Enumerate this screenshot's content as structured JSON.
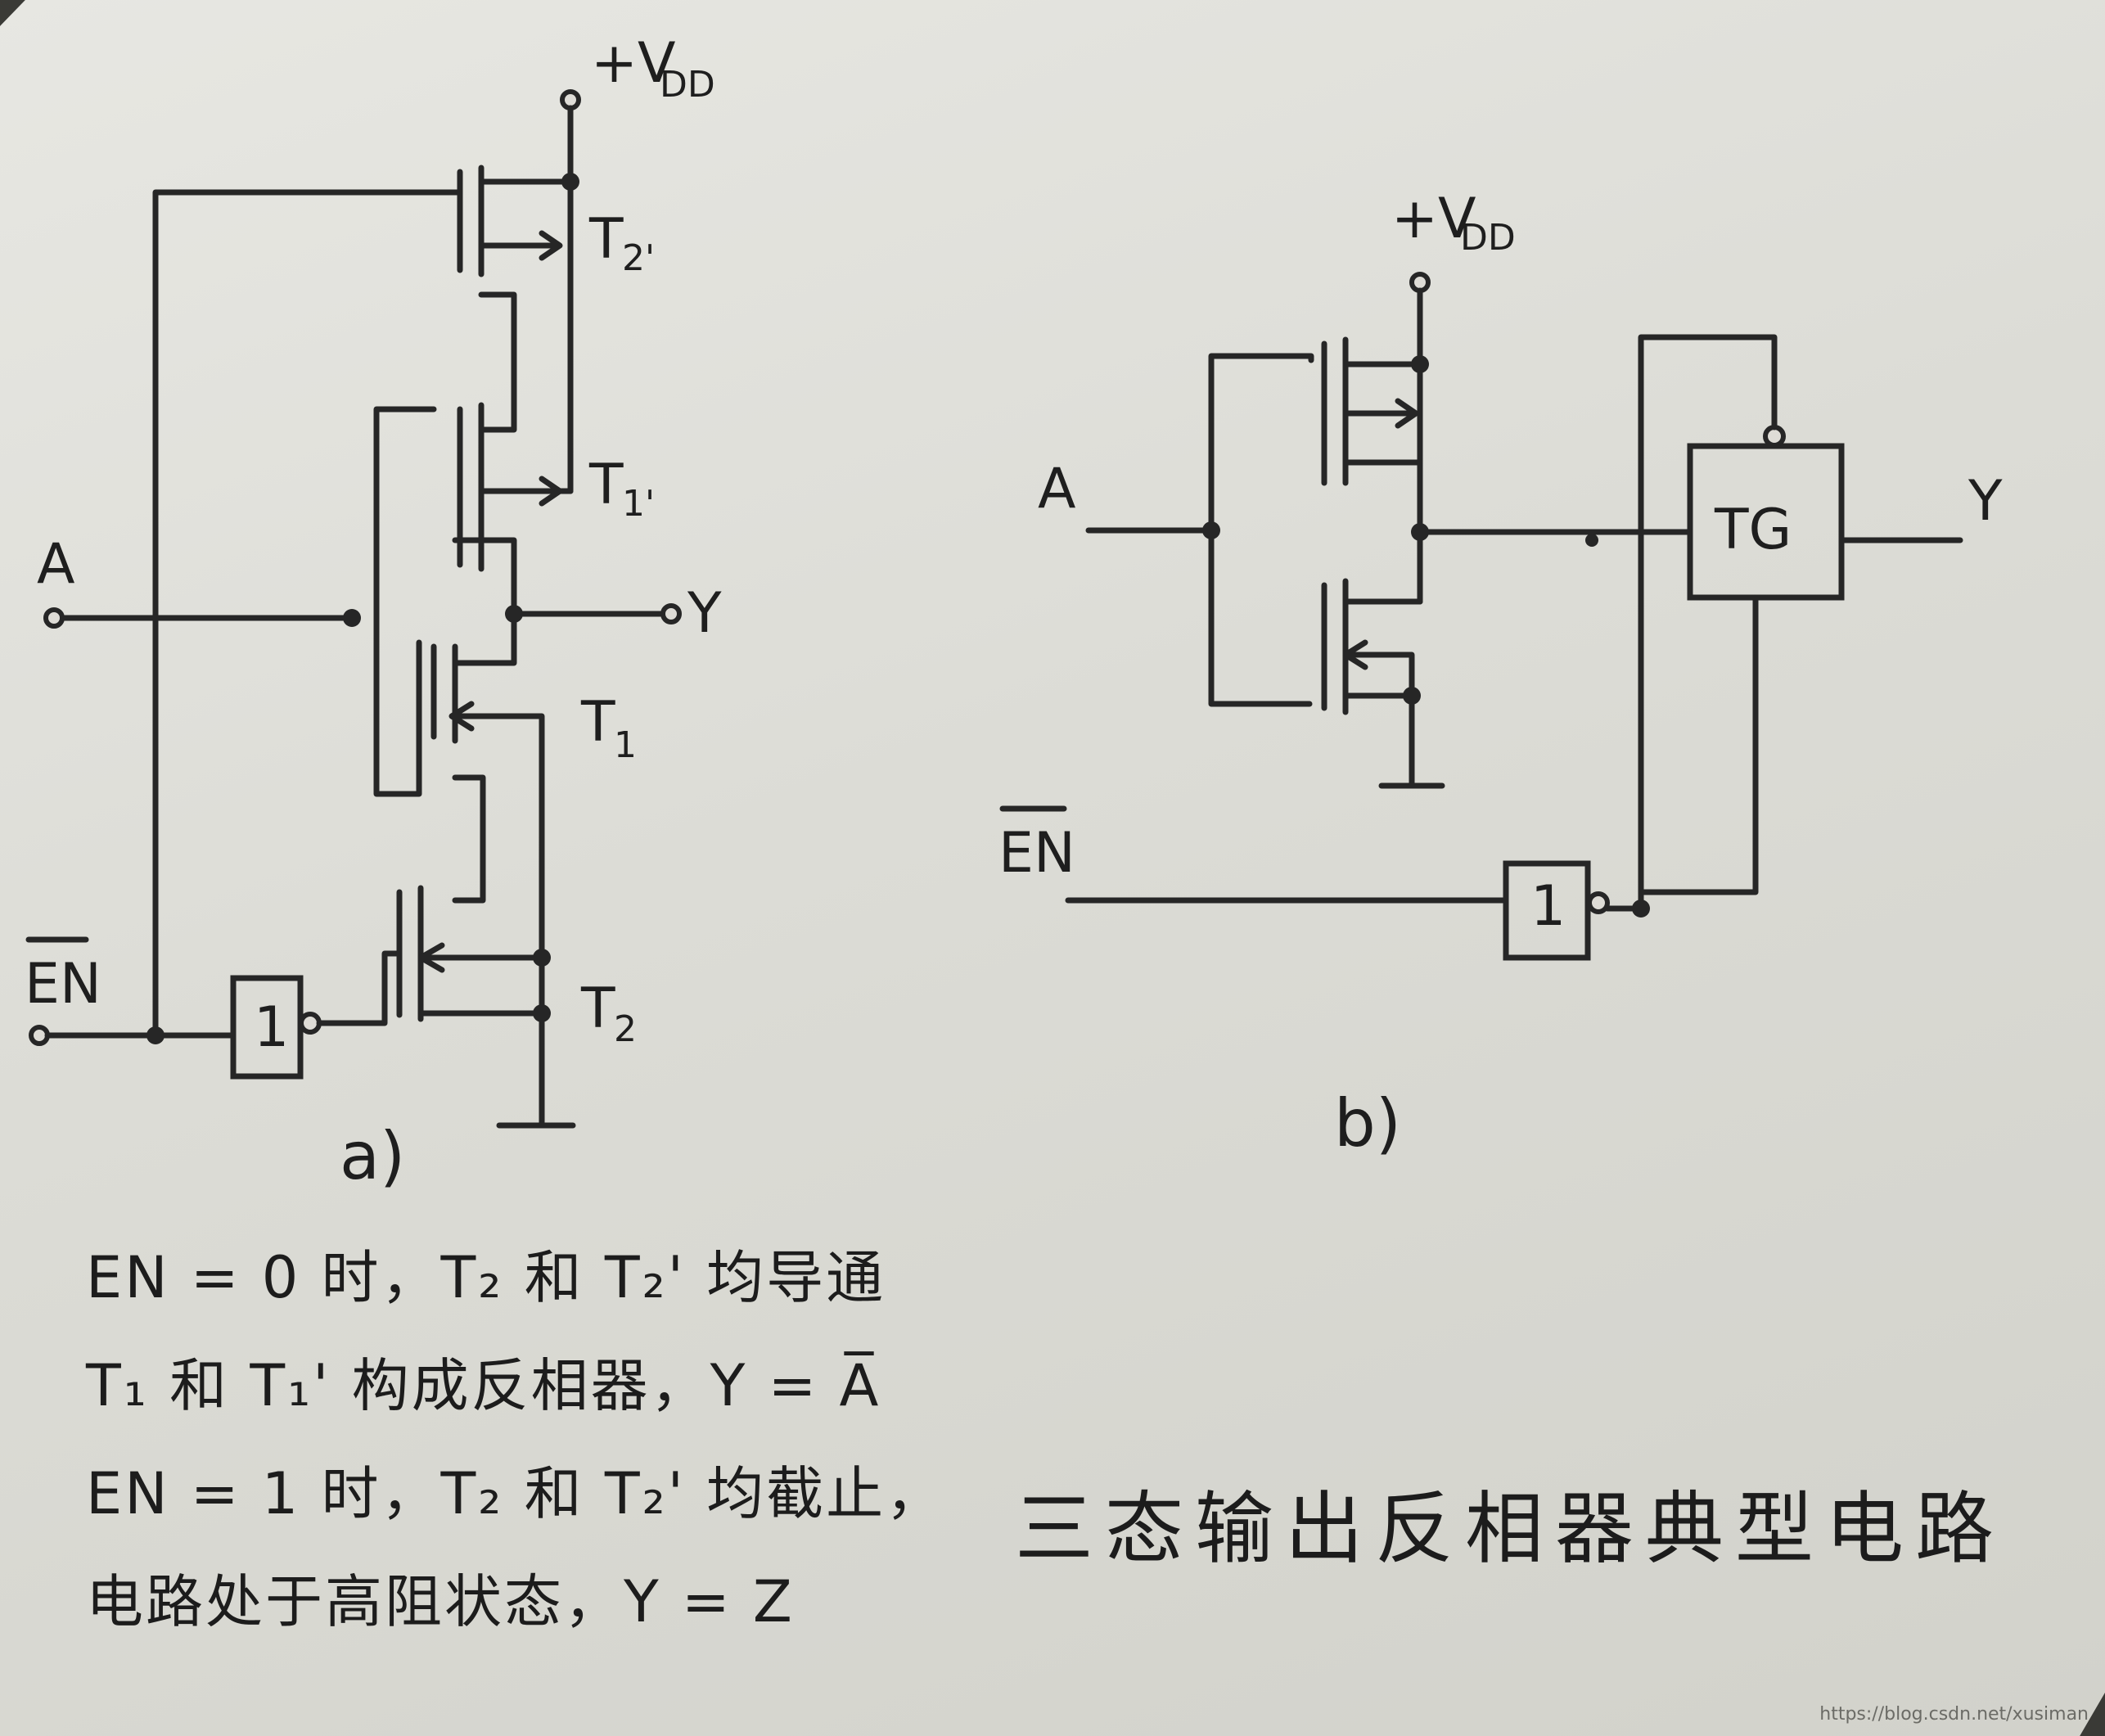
{
  "diagram_a": {
    "supply": "+V",
    "supply_sub": "DD",
    "t2p": "T",
    "t2p_sub": "2'",
    "t1p": "T",
    "t1p_sub": "1'",
    "t1": "T",
    "t1_sub": "1",
    "t2": "T",
    "t2_sub": "2",
    "input_a": "A",
    "input_en": "EN",
    "output_y": "Y",
    "inverter": "1",
    "caption": "a)"
  },
  "diagram_b": {
    "supply": "+V",
    "supply_sub": "DD",
    "input_a": "A",
    "input_en": "EN",
    "output_y": "Y",
    "inverter": "1",
    "tg": "TG",
    "caption": "b)"
  },
  "notes": [
    "EN = 0 时，T₂ 和 T₂' 均导通",
    "T₁ 和 T₁' 构成反相器，Y = A̅",
    "EN = 1 时，T₂ 和 T₂' 均截止，",
    "电路处于高阻状态，Y = Z"
  ],
  "title": "三态输出反相器典型电路",
  "watermark": "https://blog.csdn.net/xusiman"
}
